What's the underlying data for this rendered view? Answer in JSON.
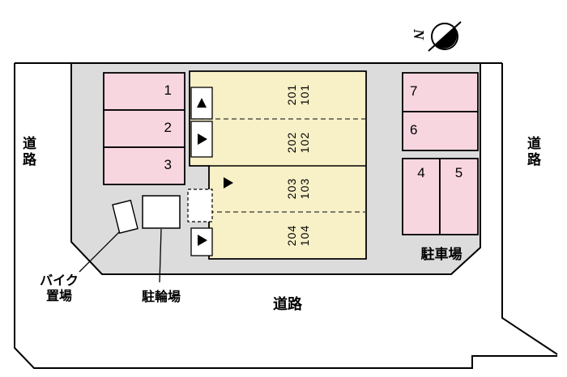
{
  "compass": {
    "label": "N"
  },
  "roads": {
    "left": "道路",
    "right": "道路",
    "bottom": "道路"
  },
  "parking": {
    "area_label": "駐車場",
    "stalls_left": [
      "1",
      "2",
      "3"
    ],
    "stalls_right_upper": [
      "7",
      "6"
    ],
    "stalls_right_lower": [
      "4",
      "5"
    ]
  },
  "building": {
    "units": [
      {
        "upper": "201",
        "lower": "101"
      },
      {
        "upper": "202",
        "lower": "102"
      },
      {
        "upper": "203",
        "lower": "103"
      },
      {
        "upper": "204",
        "lower": "104"
      }
    ]
  },
  "facilities": {
    "bike_storage_line1": "バイク",
    "bike_storage_line2": "置場",
    "bicycle_parking": "駐輪場"
  },
  "colors": {
    "plot_gray": "#dcdcdc",
    "building_cream": "#f8f0c6",
    "stall_pink": "#f8d6e0",
    "outline": "#000000"
  }
}
